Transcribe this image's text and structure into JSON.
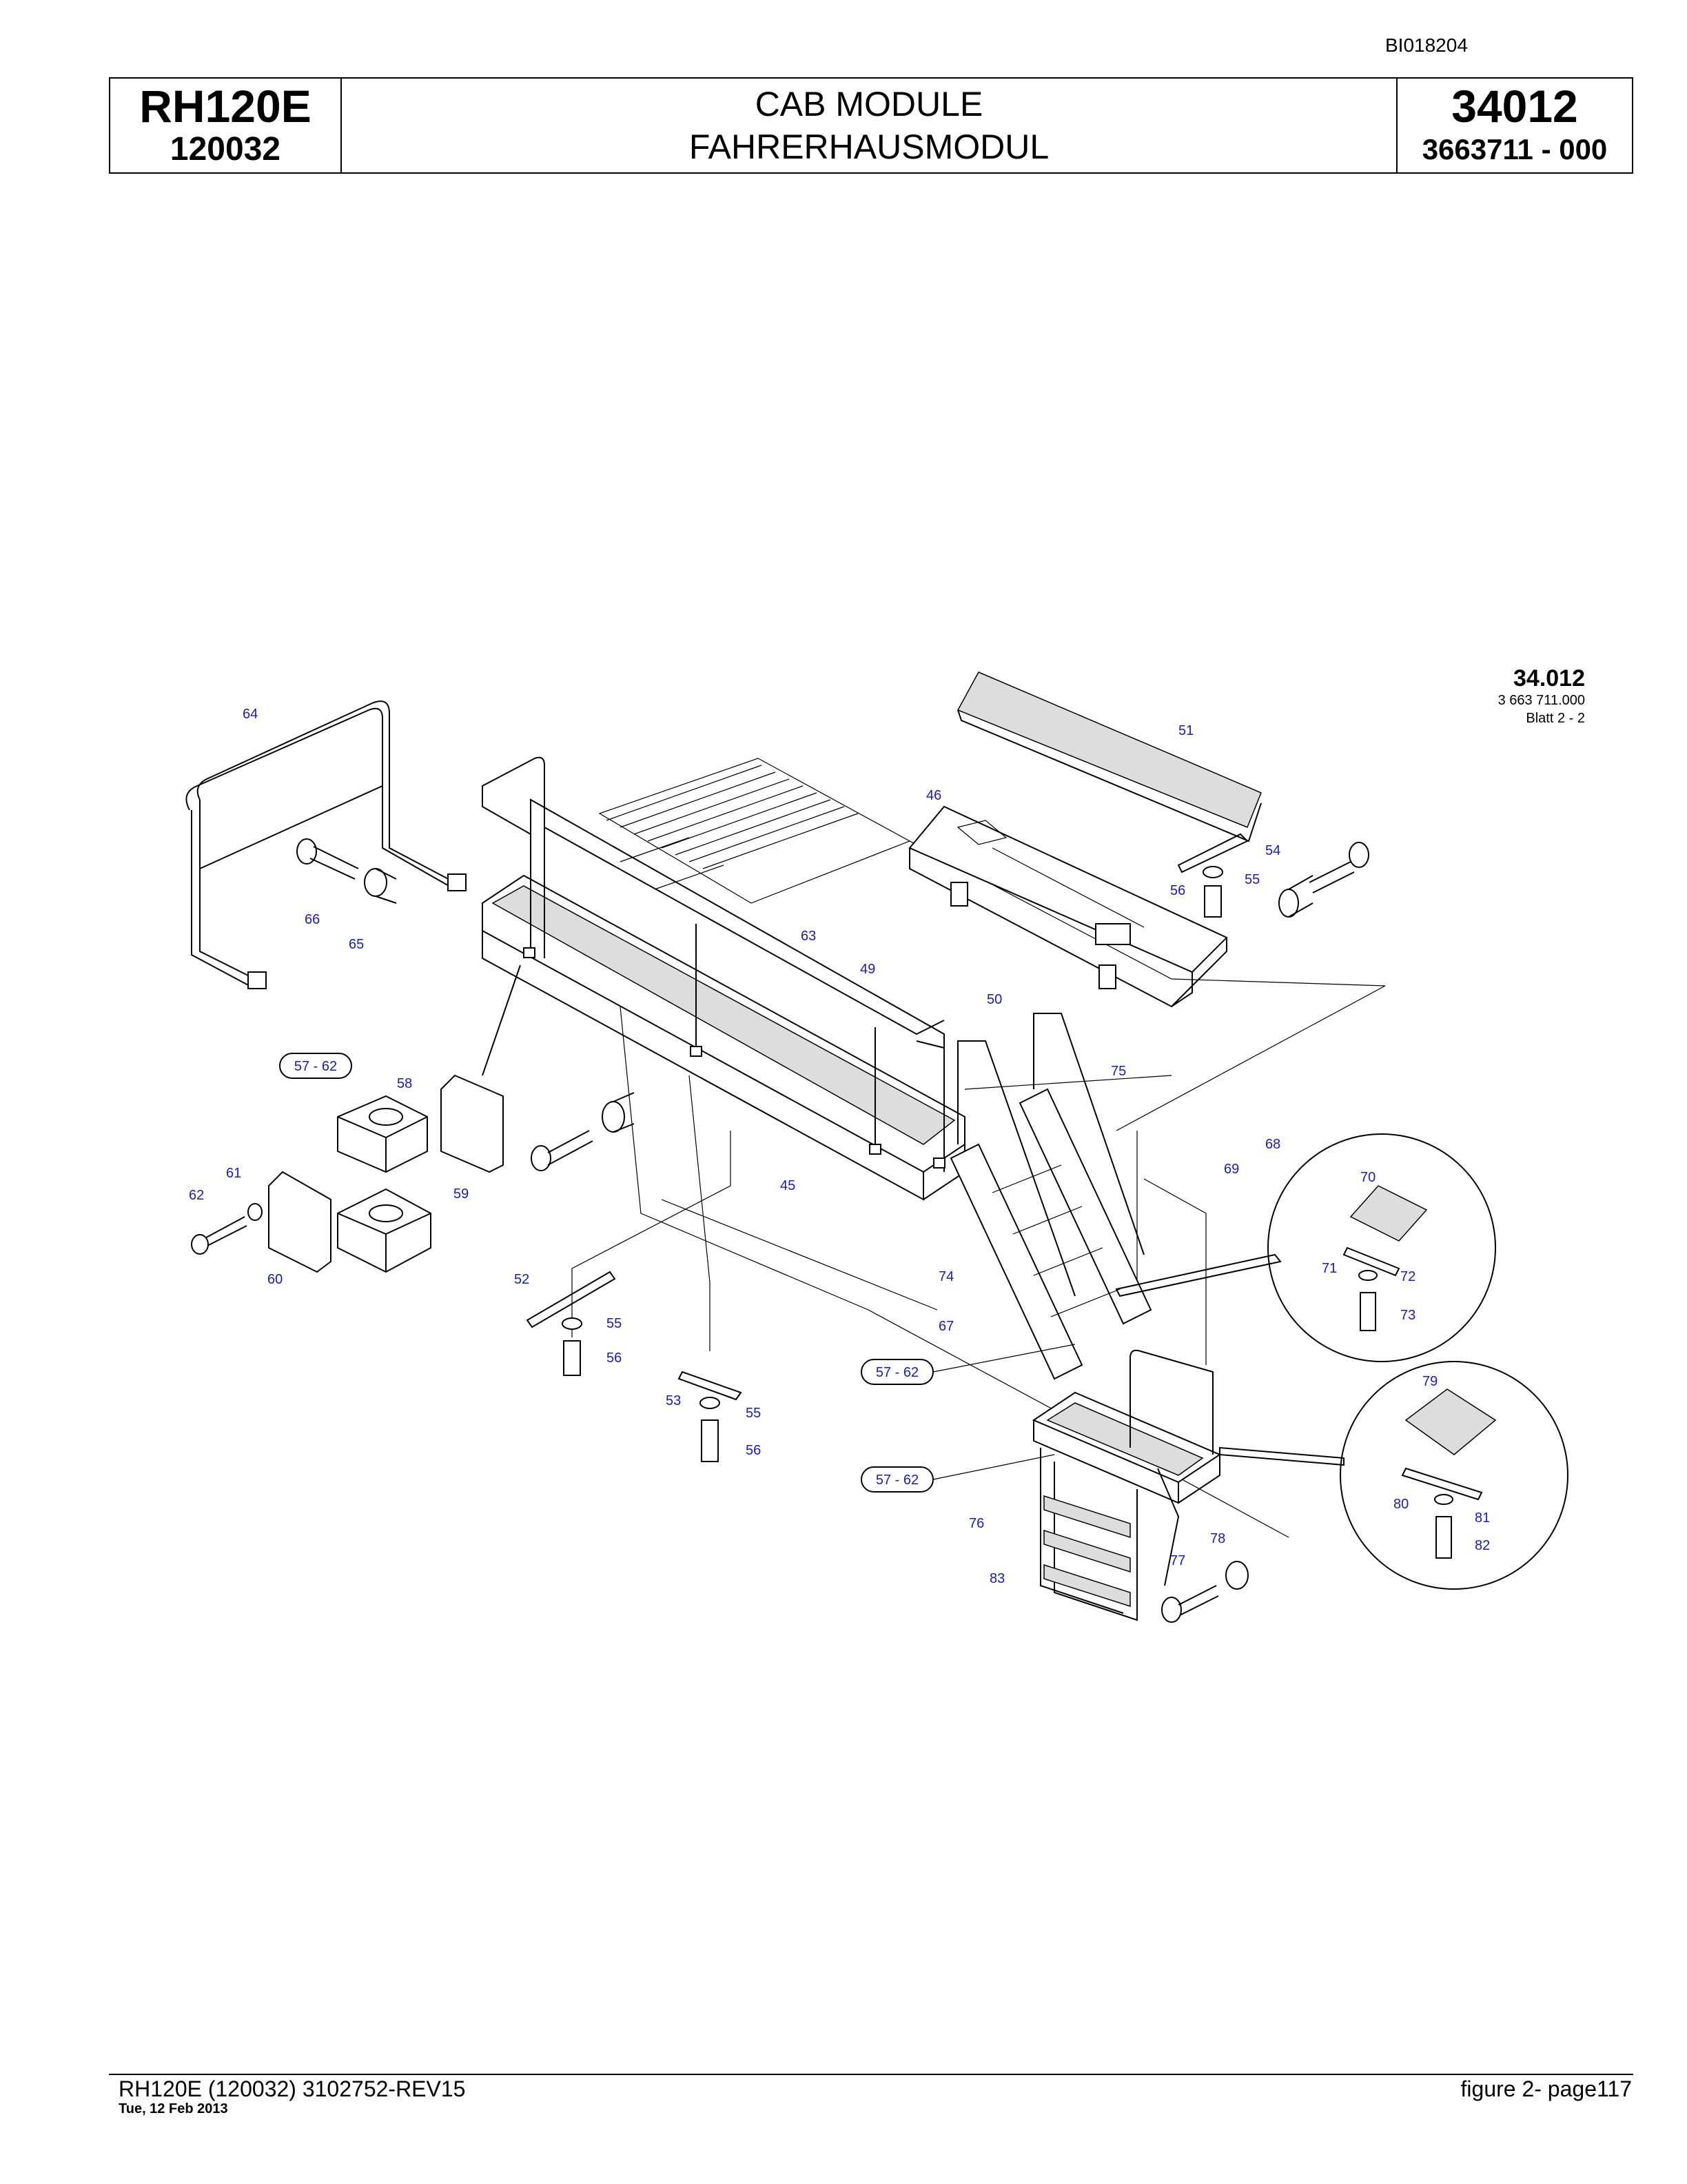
{
  "header": {
    "doc_id": "BI018204",
    "model": "RH120E",
    "serial": "120032",
    "title_en": "CAB MODULE",
    "title_de": "FAHRERHAUSMODUL",
    "group_no": "34012",
    "part_no": "3663711  - 000"
  },
  "drawing": {
    "ref_group": "34.012",
    "ref_number": "3 663 711.000",
    "ref_sheet": "Blatt 2 - 2",
    "labels": {
      "l45": "45",
      "l46": "46",
      "l49": "49",
      "l50": "50",
      "l51": "51",
      "l52": "52",
      "l53": "53",
      "l54": "54",
      "l55a": "55",
      "l55b": "55",
      "l55c": "55",
      "l56a": "56",
      "l56b": "56",
      "l56c": "56",
      "l58": "58",
      "l59": "59",
      "l60": "60",
      "l61": "61",
      "l62": "62",
      "l63": "63",
      "l64": "64",
      "l65": "65",
      "l66": "66",
      "l67": "67",
      "l68": "68",
      "l69": "69",
      "l70": "70",
      "l71": "71",
      "l72": "72",
      "l73": "73",
      "l74": "74",
      "l75": "75",
      "l76": "76",
      "l77": "77",
      "l78": "78",
      "l79": "79",
      "l80": "80",
      "l81": "81",
      "l82": "82",
      "l83": "83",
      "r1": "57 - 62",
      "r2": "57 - 62",
      "r3": "57 - 62"
    }
  },
  "footer": {
    "left": "RH120E (120032) 3102752-REV15",
    "date": "Tue, 12 Feb 2013",
    "right": "figure  2- page117"
  }
}
